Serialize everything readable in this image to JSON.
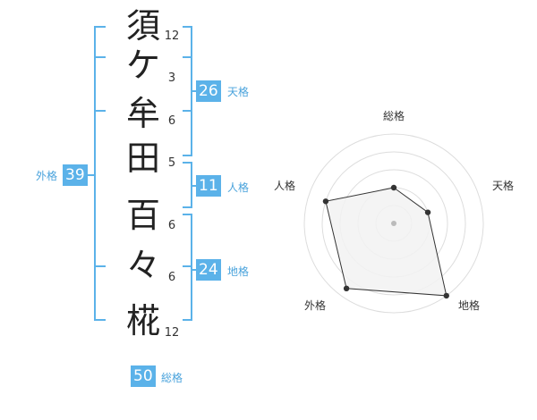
{
  "name_chars": [
    {
      "char": "須",
      "strokes": "12"
    },
    {
      "char": "ケ",
      "strokes": "3"
    },
    {
      "char": "牟",
      "strokes": "6"
    },
    {
      "char": "田",
      "strokes": "5"
    },
    {
      "char": "百",
      "strokes": "6"
    },
    {
      "char": "々",
      "strokes": "6"
    },
    {
      "char": "椛",
      "strokes": "12"
    }
  ],
  "kaku": {
    "tenkaku": {
      "value": "26",
      "label": "天格"
    },
    "jinkaku": {
      "value": "11",
      "label": "人格"
    },
    "chikaku": {
      "value": "24",
      "label": "地格"
    },
    "gaikaku": {
      "value": "39",
      "label": "外格"
    },
    "soukaku": {
      "value": "50",
      "label": "総格"
    }
  },
  "radar": {
    "axes": [
      "総格",
      "天格",
      "地格",
      "外格",
      "人格"
    ],
    "values": [
      0.4,
      0.4,
      1.0,
      0.9,
      0.8
    ],
    "rings": 5,
    "fill": "#f2f2f2",
    "stroke": "#333333",
    "accent": "#5bb2e9"
  }
}
